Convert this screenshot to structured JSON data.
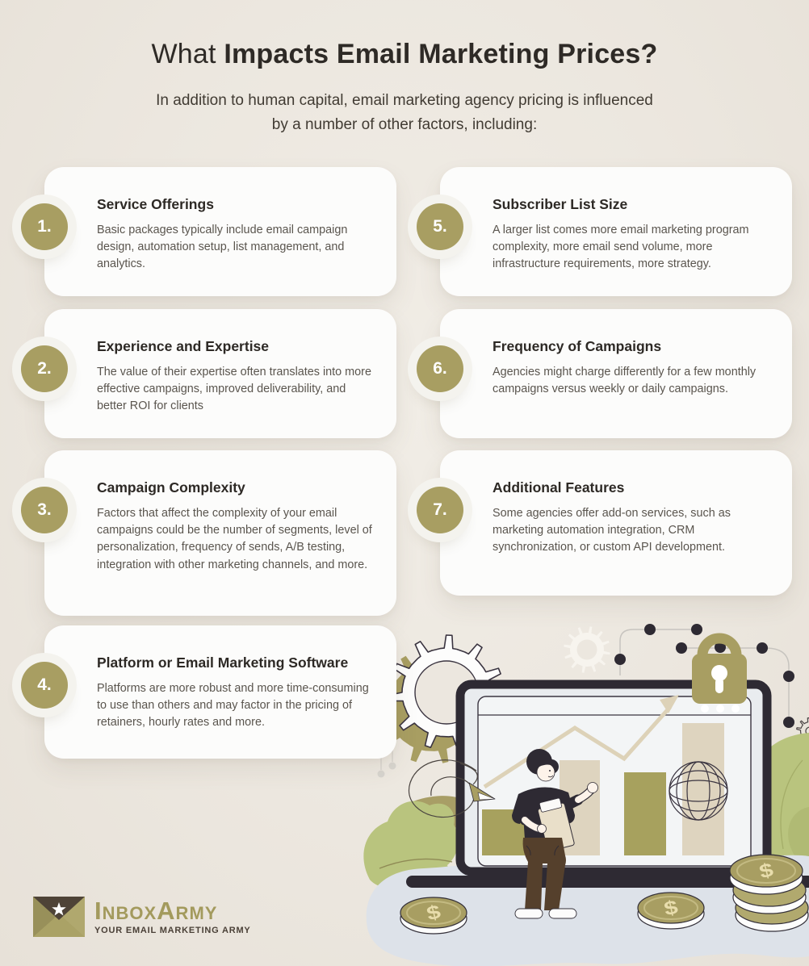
{
  "header": {
    "title_regular": "What ",
    "title_bold": "Impacts Email Marketing Prices?",
    "subtitle_line1": "In addition to human capital, email marketing agency pricing is influenced",
    "subtitle_line2": "by a number of other factors, including:"
  },
  "cards": [
    {
      "number": "1.",
      "title": "Service Offerings",
      "body": "Basic packages typically include email campaign design, automation setup, list management, and analytics."
    },
    {
      "number": "2.",
      "title": "Experience and Expertise",
      "body": "The value of their expertise often translates into more effective campaigns, improved deliverability, and better ROI for clients"
    },
    {
      "number": "3.",
      "title": "Campaign Complexity",
      "body": "Factors that affect the complexity of your email campaigns could be the number of segments, level of personalization, frequency of sends, A/B testing, integration with other marketing channels, and more."
    },
    {
      "number": "4.",
      "title": "Platform or Email Marketing Software",
      "body": "Platforms are more robust and more time-consuming to use than others and may factor in the pricing of retainers, hourly rates and more."
    },
    {
      "number": "5.",
      "title": "Subscriber List Size",
      "body": "A larger list comes more email marketing program complexity, more email send volume, more infrastructure requirements, more strategy."
    },
    {
      "number": "6.",
      "title": "Frequency of Campaigns",
      "body": "Agencies might charge differently for a few monthly campaigns versus weekly or daily campaigns."
    },
    {
      "number": "7.",
      "title": "Additional Features",
      "body": "Some agencies offer add-on services, such as marketing automation integration, CRM synchronization, or custom API development."
    }
  ],
  "footer": {
    "brand": "InboxArmy",
    "tagline": "YOUR EMAIL MARKETING ARMY"
  },
  "illustration": {
    "coin_symbol": "$",
    "icons": [
      "gear-icon",
      "lock-icon",
      "globe-icon",
      "network-dots-icon",
      "laptop-icon",
      "bar-chart",
      "trend-arrow-icon",
      "person-illustration",
      "paper-plane-icon",
      "plant-icon",
      "coin-icon",
      "envelope-star-icon"
    ]
  },
  "colors": {
    "background": "#ebe6de",
    "card": "#fcfcfb",
    "accent_olive": "#a89e62",
    "heading_text": "#2d2925",
    "body_text": "#5a554e",
    "logo_olive": "#a39a5d",
    "logo_dark": "#4a4037",
    "ground_blue": "#dde2e9",
    "plant_green": "#b9c47e",
    "bar_beige": "#ded4bf",
    "outline_dark": "#332f38"
  }
}
